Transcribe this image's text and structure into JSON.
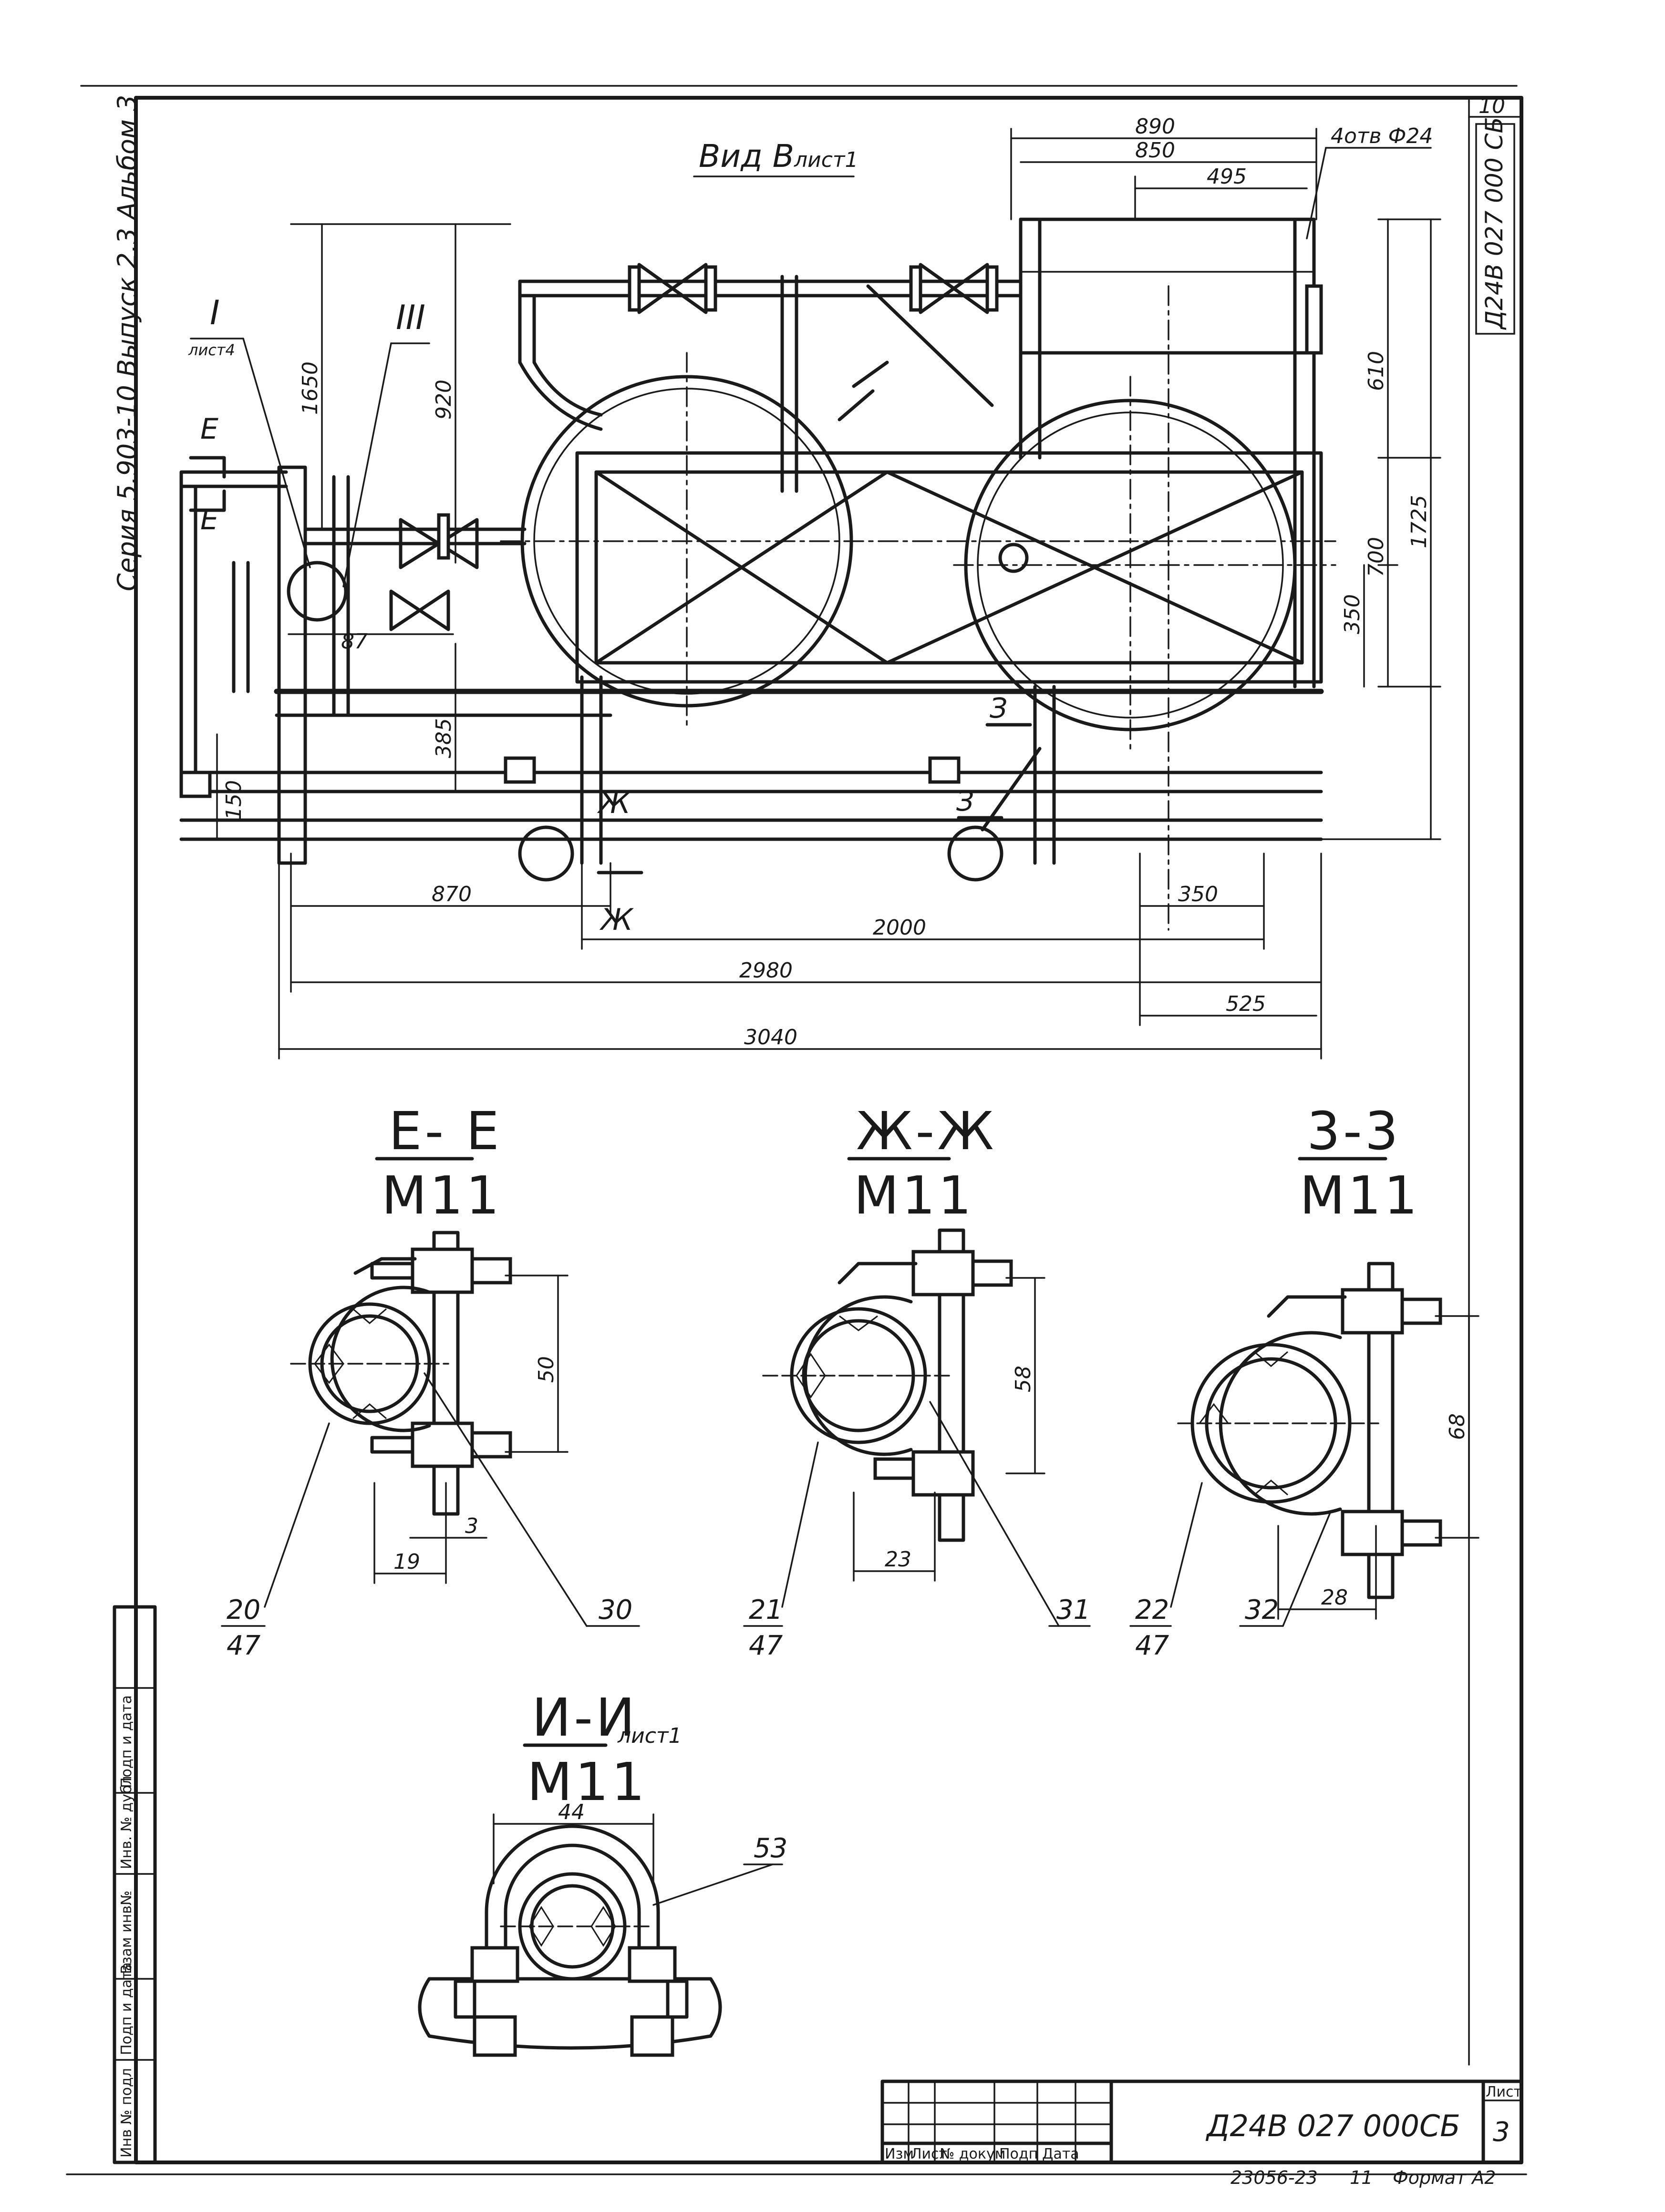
{
  "sheet": {
    "corner_number": "10",
    "side_text": "Серия 5.903-10 Выпуск 2.3 Альбом 3",
    "doc_code_vertical": "Д24В 027 000 СБ"
  },
  "view": {
    "title": "Вид В",
    "ref": "лист1",
    "holes_note": "4отв Ф24",
    "callout_I": "I",
    "callout_I_ref": "лист4",
    "callout_III": "III",
    "section_marks": {
      "E": "Е",
      "Zh": "Ж",
      "Z": "З"
    }
  },
  "dimensions": {
    "d890": "890",
    "d850": "850",
    "d495": "495",
    "d1650": "1650",
    "d920": "920",
    "d610": "610",
    "d1725": "1725",
    "d700": "700",
    "d350v": "350",
    "d87": "87",
    "d385": "385",
    "d150": "150",
    "d870": "870",
    "d2000": "2000",
    "d2980": "2980",
    "d3040": "3040",
    "d350h": "350",
    "d525": "525"
  },
  "sections": [
    {
      "top": "Е- Е",
      "bottom": "М11",
      "dim_v": "50",
      "dim_h": "19",
      "dim_t": "3",
      "pos_a": "20",
      "pos_b": "47",
      "pos_c": "30"
    },
    {
      "top": "Ж-Ж",
      "bottom": "М11",
      "dim_v": "58",
      "dim_h": "23",
      "pos_a": "21",
      "pos_b": "47",
      "pos_c": "31"
    },
    {
      "top": "3-3",
      "bottom": "М11",
      "dim_v": "68",
      "dim_h": "28",
      "pos_a": "22",
      "pos_b": "47",
      "pos_c": "32"
    },
    {
      "top": "И-И",
      "bottom": "М11",
      "ref": "лист1",
      "dim_h": "44",
      "pos_a": "53"
    }
  ],
  "left_strip": [
    "Инв № подл",
    "Подп и дата",
    "Взам инв№",
    "Инв. № дубл",
    "Подп и дата"
  ],
  "title_block": {
    "headers": [
      "Изм",
      "Лист",
      "№ докум",
      "Подп",
      "Дата"
    ],
    "code": "Д24В 027 000СБ",
    "sheet_label": "Лист",
    "sheet_num": "3",
    "footer_num": "23056-23",
    "footer_mid": "11",
    "footer_format": "Формат А2"
  }
}
